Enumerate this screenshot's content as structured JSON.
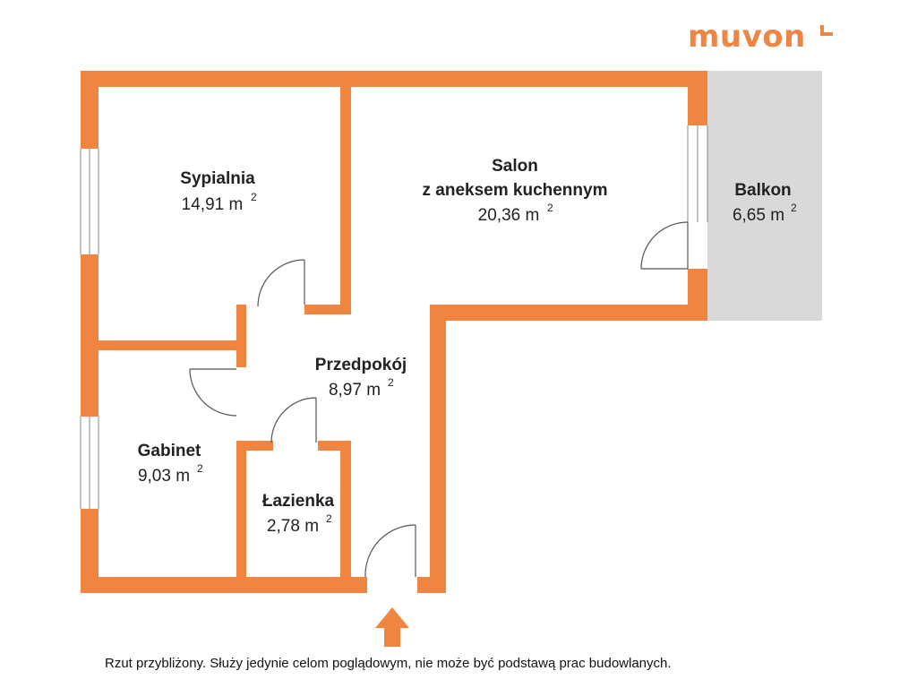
{
  "brand": {
    "name": "muvon",
    "color": "#ef8545",
    "secondary_color": "#df6a2a"
  },
  "colors": {
    "wall": "#ef8540",
    "balcony": "#d9d9d9",
    "window": "#ffffff",
    "door": "#555555",
    "text": "#222222"
  },
  "rooms": [
    {
      "name": "Sypialnia",
      "area": "14,91 m",
      "unit_sup": "2"
    },
    {
      "name": "Salon",
      "name_line2": "z aneksem kuchennym",
      "area": "20,36 m",
      "unit_sup": "2"
    },
    {
      "name": "Balkon",
      "area": "6,65 m",
      "unit_sup": "2"
    },
    {
      "name": "Przedpokój",
      "area": "8,97 m",
      "unit_sup": "2"
    },
    {
      "name": "Gabinet",
      "area": "9,03 m",
      "unit_sup": "2"
    },
    {
      "name": "Łazienka",
      "area": "2,78 m",
      "unit_sup": "2"
    }
  ],
  "entrance_icon": "up-arrow-icon",
  "disclaimer": "Rzut przybliżony. Służy jedynie celom poglądowym, nie może być podstawą prac budowlanych."
}
